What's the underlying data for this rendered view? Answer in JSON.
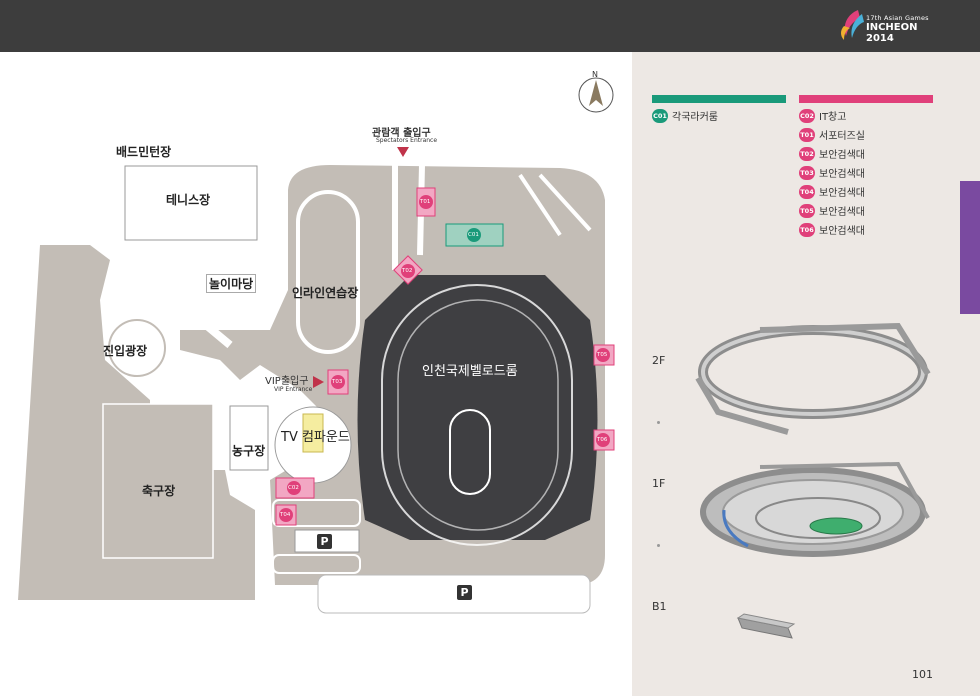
{
  "header": {
    "logo_small": "17th Asian Games",
    "logo_big": "INCHEON 2014"
  },
  "map": {
    "north": "N",
    "entrance_ko": "관람객 출입구",
    "entrance_en": "Spectators Entrance",
    "badminton": "배드민턴장",
    "tennis": "테니스장",
    "playground": "놀이마당",
    "inline": "인라인연습장",
    "plaza": "진입광장",
    "velodrome": "인천국제벨로드롬",
    "vip_ko": "VIP출입구",
    "vip_en": "VIP Entrance",
    "tv_compound": "TV 컴파운드",
    "basketball": "농구장",
    "soccer": "축구장",
    "parking": "P",
    "markers": {
      "t01": "T01",
      "t02": "T02",
      "t03": "T03",
      "t04": "T04",
      "t05a": "T05",
      "t05b": "T06",
      "c01": "C01",
      "c02": "C02"
    }
  },
  "legend": {
    "left_items": [
      {
        "code": "C01",
        "label": "각국라커룸"
      }
    ],
    "right_items": [
      {
        "code": "C02",
        "label": "IT창고"
      },
      {
        "code": "T01",
        "label": "서포터즈실"
      },
      {
        "code": "T02",
        "label": "보안검색대"
      },
      {
        "code": "T03",
        "label": "보안검색대"
      },
      {
        "code": "T04",
        "label": "보안검색대"
      },
      {
        "code": "T05",
        "label": "보안검색대"
      },
      {
        "code": "T06",
        "label": "보안검색대"
      }
    ],
    "colors": {
      "green": "#1a9a7a",
      "pink": "#e0407a"
    }
  },
  "floors": {
    "f2": "2F",
    "f1": "1F",
    "b1": "B1"
  },
  "page_number": "101"
}
